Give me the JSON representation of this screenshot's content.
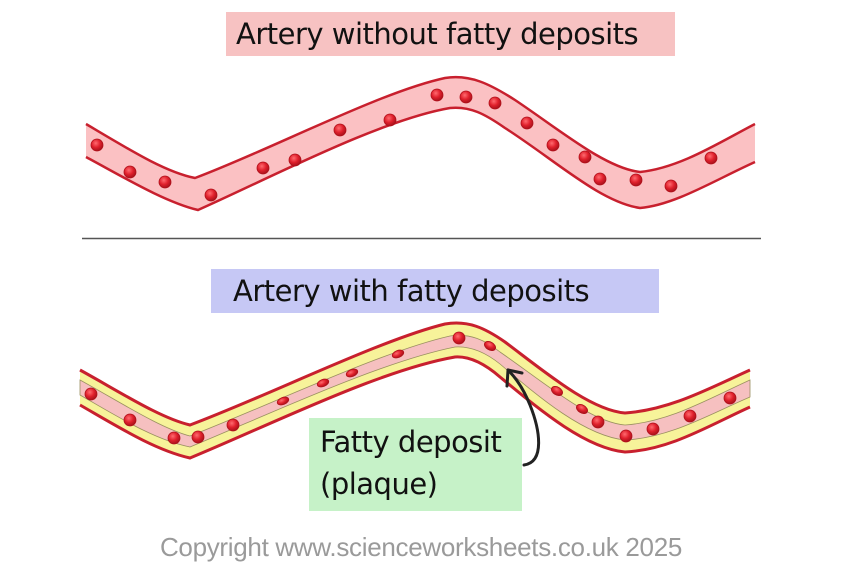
{
  "diagram": {
    "top_panel": {
      "title": "Artery without fatty deposits",
      "title_bg": "#f7c2c2",
      "vessel_wall_color": "#c8202e",
      "lumen_color": "#fbc1c3"
    },
    "bottom_panel": {
      "title": "Artery with fatty deposits",
      "title_bg": "#c6c8f5",
      "vessel_wall_color": "#c8202e",
      "plaque_color": "#f7f39a",
      "lumen_color": "#f6c0c0",
      "callout": {
        "line1": "Fatty deposit",
        "line2": "(plaque)",
        "bg": "#c6f2c8"
      }
    },
    "blood_cell_color": "#e0202c",
    "divider_color": "#555555"
  },
  "footer": {
    "copyright": "Copyright www.scienceworksheets.co.uk 2025"
  }
}
